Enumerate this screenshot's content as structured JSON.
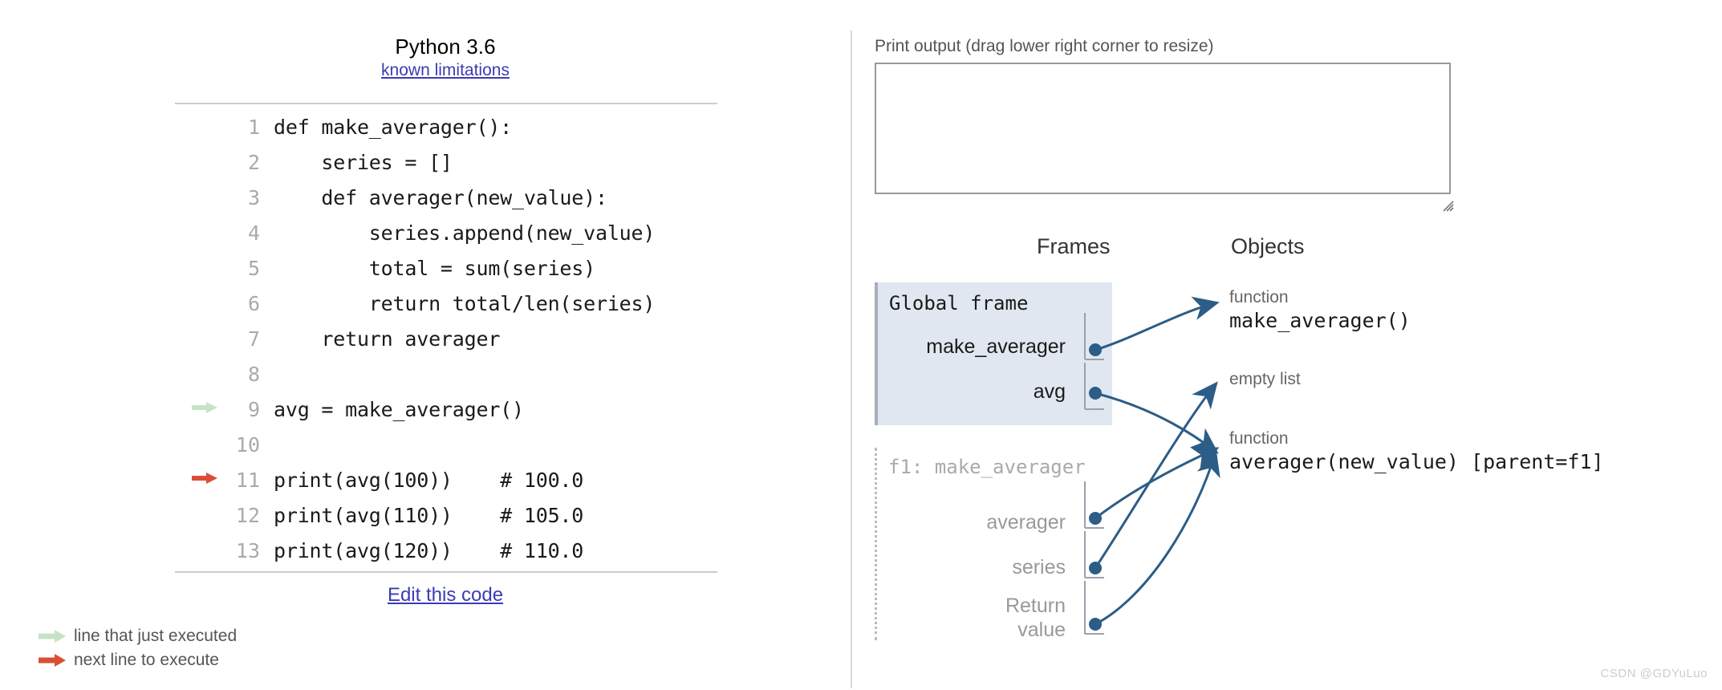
{
  "code_panel": {
    "python_version": "Python 3.6",
    "known_limitations_link": "known limitations",
    "edit_link": "Edit this code",
    "lines": [
      {
        "num": "1",
        "text": "def make_averager():",
        "marker": "none"
      },
      {
        "num": "2",
        "text": "    series = []",
        "marker": "none"
      },
      {
        "num": "3",
        "text": "    def averager(new_value):",
        "marker": "none"
      },
      {
        "num": "4",
        "text": "        series.append(new_value)",
        "marker": "none"
      },
      {
        "num": "5",
        "text": "        total = sum(series)",
        "marker": "none"
      },
      {
        "num": "6",
        "text": "        return total/len(series)",
        "marker": "none"
      },
      {
        "num": "7",
        "text": "    return averager",
        "marker": "none"
      },
      {
        "num": "8",
        "text": "",
        "marker": "none"
      },
      {
        "num": "9",
        "text": "avg = make_averager()",
        "marker": "green"
      },
      {
        "num": "10",
        "text": "",
        "marker": "none"
      },
      {
        "num": "11",
        "text": "print(avg(100))    # 100.0",
        "marker": "red"
      },
      {
        "num": "12",
        "text": "print(avg(110))    # 105.0",
        "marker": "none"
      },
      {
        "num": "13",
        "text": "print(avg(120))    # 110.0",
        "marker": "none"
      }
    ],
    "legend": [
      {
        "icon": "green-arrow-icon",
        "label": "line that just executed"
      },
      {
        "icon": "red-arrow-icon",
        "label": "next line to execute"
      }
    ]
  },
  "viz_panel": {
    "print_output_label": "Print output (drag lower right corner to resize)",
    "print_output_value": "",
    "frames_heading": "Frames",
    "objects_heading": "Objects",
    "frames": [
      {
        "title": "Global frame",
        "active": true,
        "variables": [
          {
            "name": "make_averager"
          },
          {
            "name": "avg"
          }
        ]
      },
      {
        "title": "f1: make_averager",
        "active": false,
        "variables": [
          {
            "name": "averager"
          },
          {
            "name": "series"
          },
          {
            "name": "Return value"
          }
        ]
      }
    ],
    "objects": [
      {
        "type": "function",
        "name": "make_averager()"
      },
      {
        "type": "empty list",
        "name": ""
      },
      {
        "type": "function",
        "name": "averager(new_value) [parent=f1]"
      }
    ]
  },
  "watermark": "CSDN @GDYuLuo",
  "colors": {
    "link": "#3b3bb5",
    "green_arrow": "#c6e3c6",
    "red_arrow": "#d94f36",
    "pointer_blue": "#2b5d87",
    "frame_bg": "#e0e7f1",
    "muted_text": "#999999"
  }
}
